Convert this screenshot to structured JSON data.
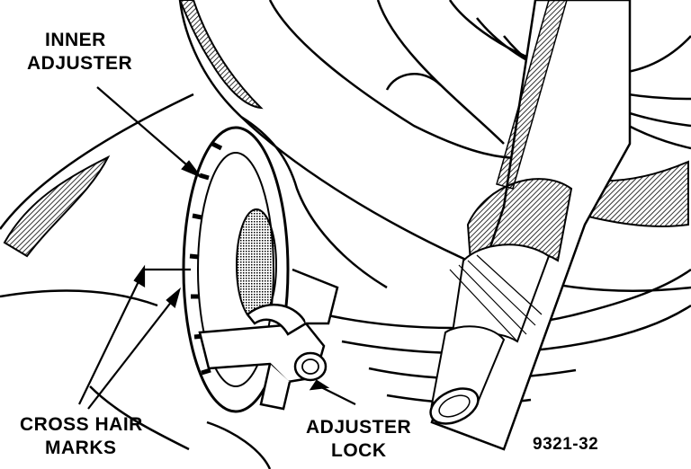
{
  "labels": {
    "inner_adjuster_line1": "INNER",
    "inner_adjuster_line2": "ADJUSTER",
    "cross_hair_line1": "CROSS HAIR",
    "cross_hair_line2": "MARKS",
    "adjuster_lock_line1": "ADJUSTER",
    "adjuster_lock_line2": "LOCK",
    "figure_number": "9321-32"
  }
}
